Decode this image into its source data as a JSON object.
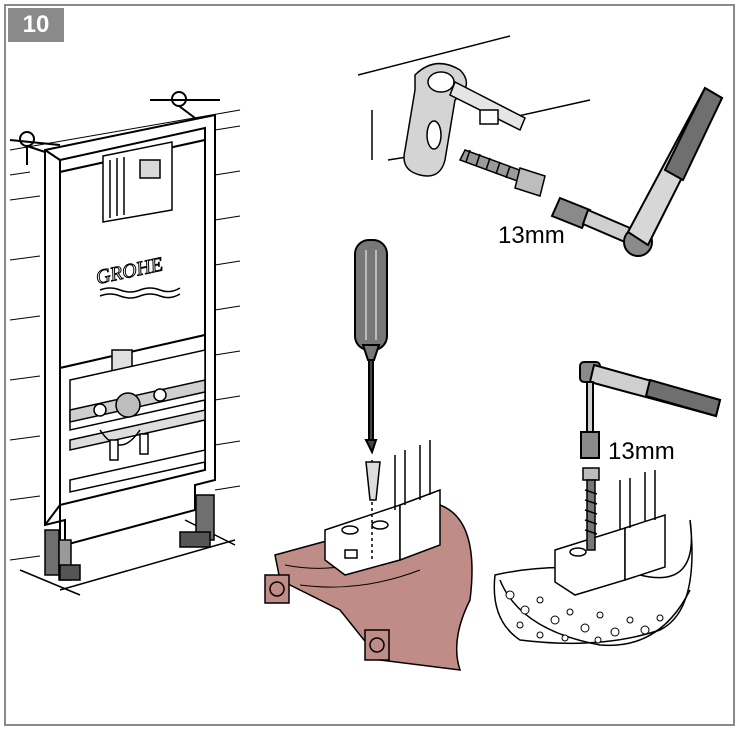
{
  "step": {
    "number": "10"
  },
  "frame": {
    "logo_text": "GROHE"
  },
  "labels": {
    "wall_anchor_wrench_size": "13mm",
    "floor_anchor_socket_size": "13mm"
  },
  "colors": {
    "frame_border": "#8a8a8a",
    "wood_floor": "#c08c87",
    "metal_dark": "#6f6f6f"
  }
}
